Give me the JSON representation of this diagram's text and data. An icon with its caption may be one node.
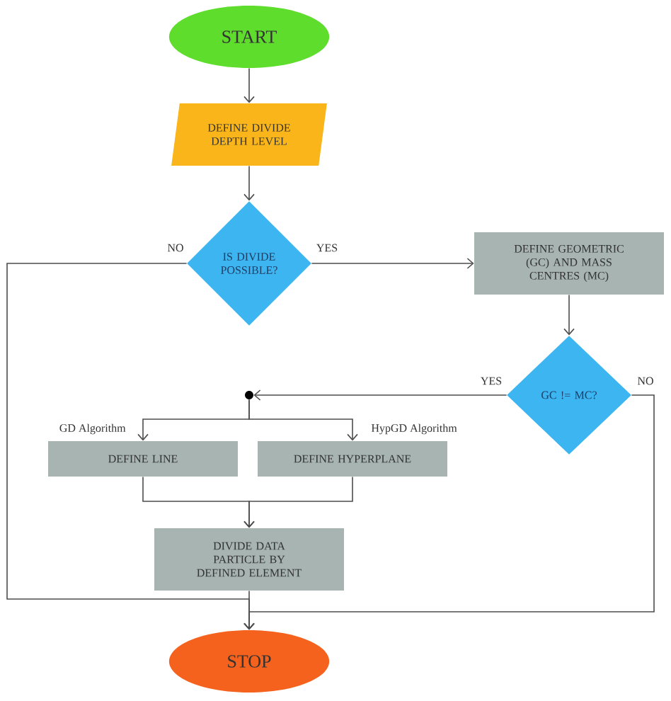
{
  "diagram": {
    "nodes": [
      {
        "text": [
          "START"
        ]
      },
      {
        "text": [
          "DEFINE DIVIDE DEPTH LEVEL"
        ]
      },
      {
        "text": [
          "IS DIVIDE POSSIBLE?"
        ]
      },
      {
        "text": [
          "DEFINE GEOMETRIC (GC) AND MASS CENTRES (MC)"
        ]
      },
      {
        "text": [
          "GC != MC?"
        ]
      },
      {
        "text": [],
        "shape": "circle"
      },
      {
        "text": [
          "DEFINE LINE"
        ]
      },
      {
        "text": [
          "DEFINE HYPERPLANE"
        ]
      },
      {
        "text": [
          "DIVIDE DATA PARTICLE BY DEFINED ELEMENT"
        ]
      },
      {
        "text": [
          "STOP"
        ]
      }
    ],
    "edges": [
      {
        "from": 0,
        "to": 1,
        "arrow": "to"
      },
      {
        "from": 1,
        "to": 2,
        "arrow": "to"
      },
      {
        "from": 2,
        "to": 3,
        "arrow": "to",
        "label": "YES"
      },
      {
        "from": 2,
        "to": 9,
        "arrow": "to",
        "label": "NO"
      },
      {
        "from": 3,
        "to": 4,
        "arrow": "to"
      },
      {
        "from": 4,
        "to": 5,
        "arrow": "to",
        "label": "YES"
      },
      {
        "from": 4,
        "to": 9,
        "arrow": "to",
        "label": "NO"
      },
      {
        "from": 5,
        "to": 6,
        "arrow": "to",
        "label": "GD Algorithm"
      },
      {
        "from": 5,
        "to": 7,
        "arrow": "to",
        "label": "HypGD Algorithm"
      },
      {
        "from": 6,
        "to": 8,
        "arrow": "to"
      },
      {
        "from": 7,
        "to": 8,
        "arrow": "to"
      },
      {
        "from": 8,
        "to": 9,
        "arrow": "to"
      }
    ]
  }
}
